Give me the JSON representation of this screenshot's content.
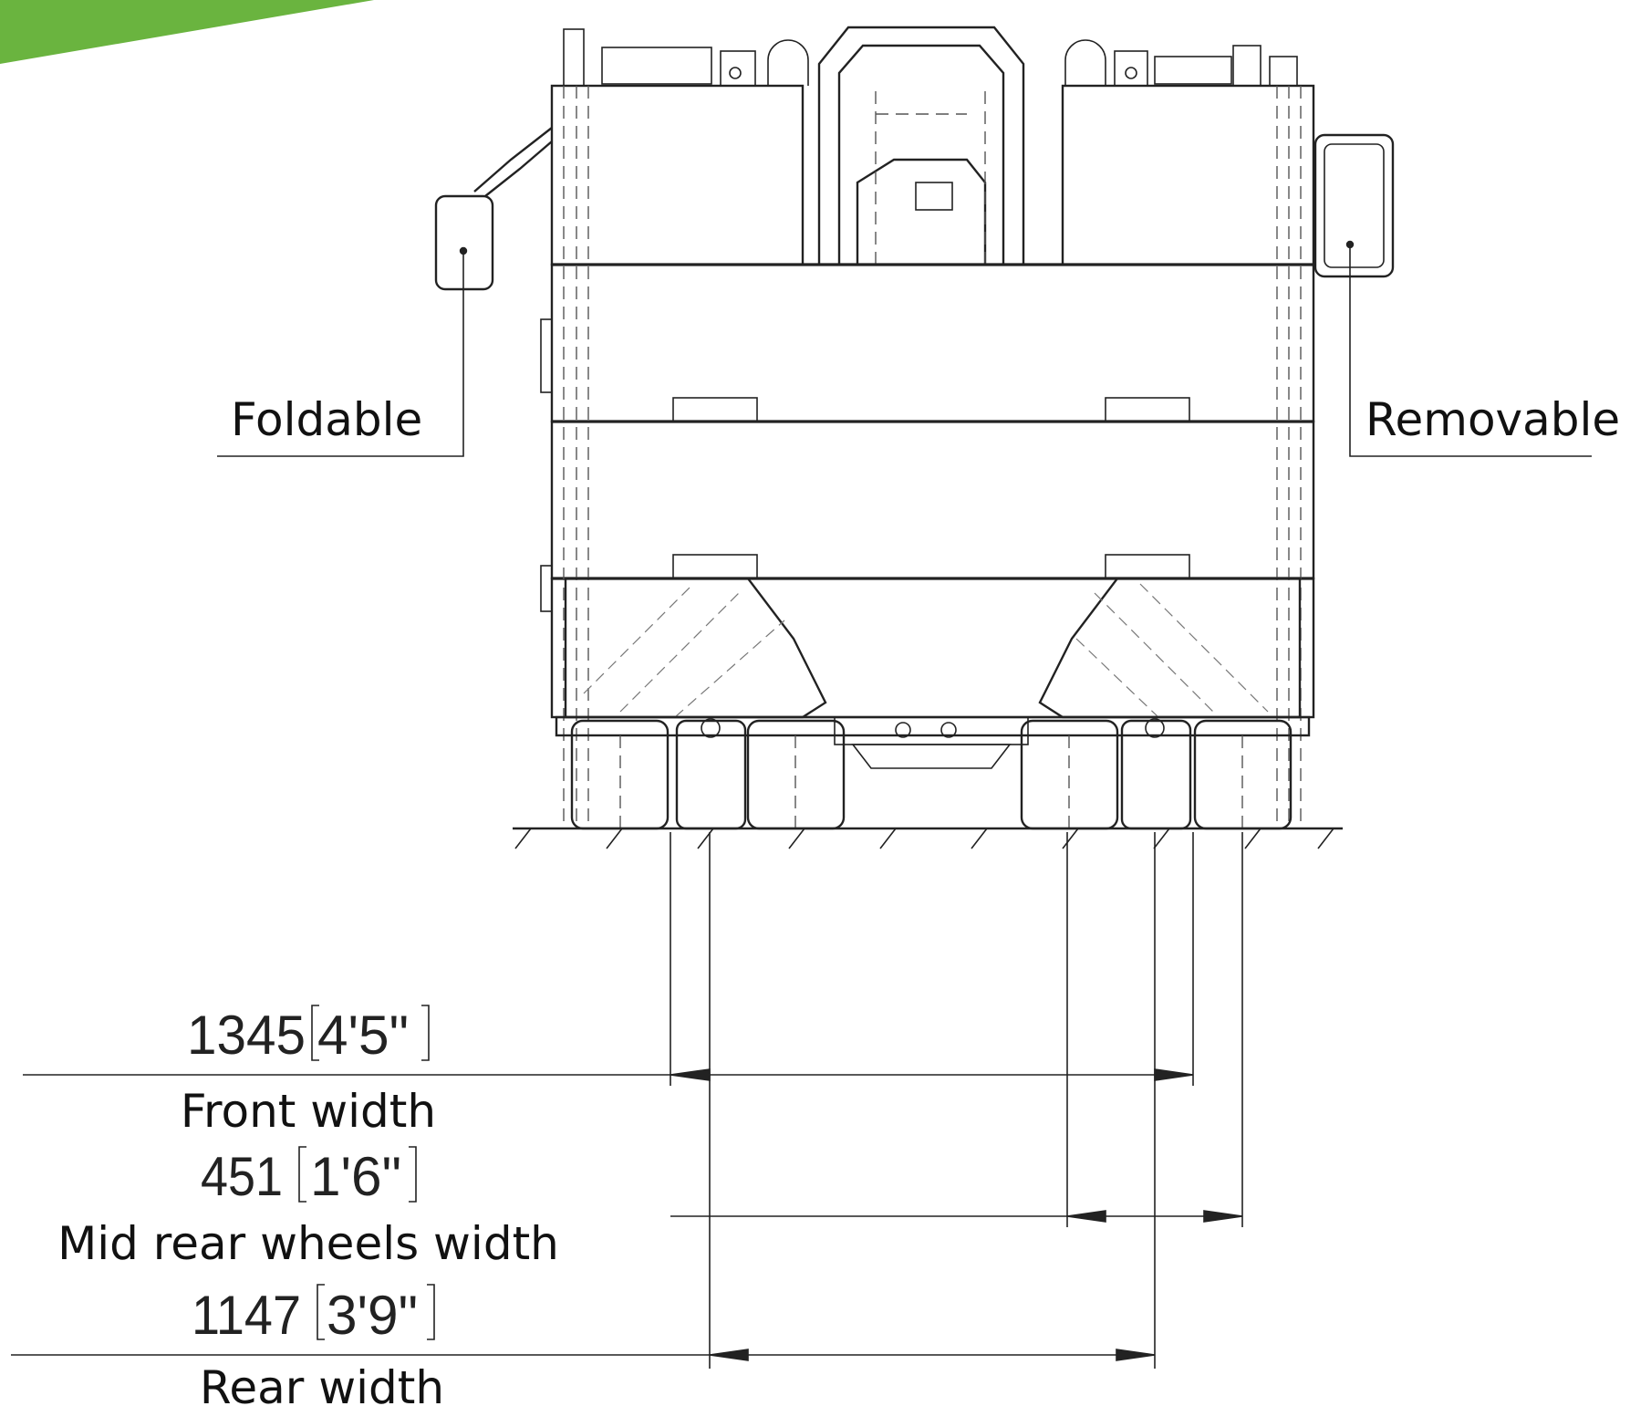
{
  "accent_color": "#6ab43f",
  "callouts": {
    "left": "Foldable",
    "right": "Removable"
  },
  "dimensions": [
    {
      "id": "front",
      "value": "1345",
      "imperial": "4'5\"",
      "label": "Front width"
    },
    {
      "id": "mid",
      "value": "451",
      "imperial": "1'6\"",
      "label": "Mid rear wheels width"
    },
    {
      "id": "rear",
      "value": "1147",
      "imperial": "3'9\"",
      "label": "Rear width"
    }
  ]
}
